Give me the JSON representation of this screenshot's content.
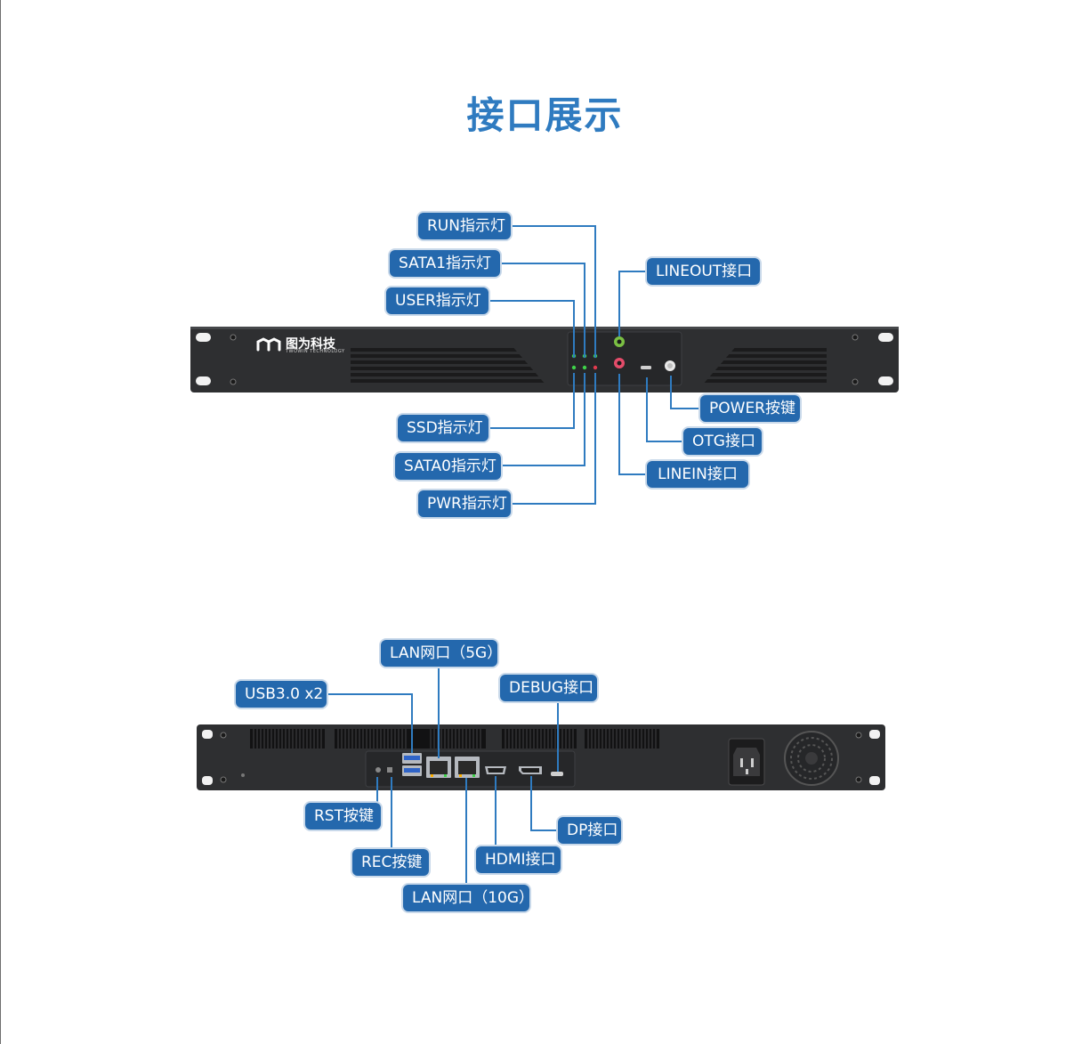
{
  "page": {
    "title": "接口展示"
  },
  "brand": {
    "name": "图为科技",
    "sub": "TWOWIN TECHNOLOGY"
  },
  "front": {
    "labels": {
      "run": "RUN指示灯",
      "sata1": "SATA1指示灯",
      "user": "USER指示灯",
      "lineout": "LINEOUT接口",
      "ssd": "SSD指示灯",
      "sata0": "SATA0指示灯",
      "pwr": "PWR指示灯",
      "power": "POWER按键",
      "otg": "OTG接口",
      "linein": "LINEIN接口"
    }
  },
  "rear": {
    "labels": {
      "lan5g": "LAN网口（5G）",
      "usb": "USB3.0 x2",
      "debug": "DEBUG接口",
      "rst": "RST按键",
      "rec": "REC按键",
      "lan10g": "LAN网口（10G）",
      "hdmi": "HDMI接口",
      "dp": "DP接口"
    }
  },
  "colors": {
    "accent": "#2f7bc0",
    "label_bg": "#2468ad",
    "chassis": "#2e2f31",
    "led_green": "#3fd24a",
    "led_red": "#e23b4e"
  }
}
